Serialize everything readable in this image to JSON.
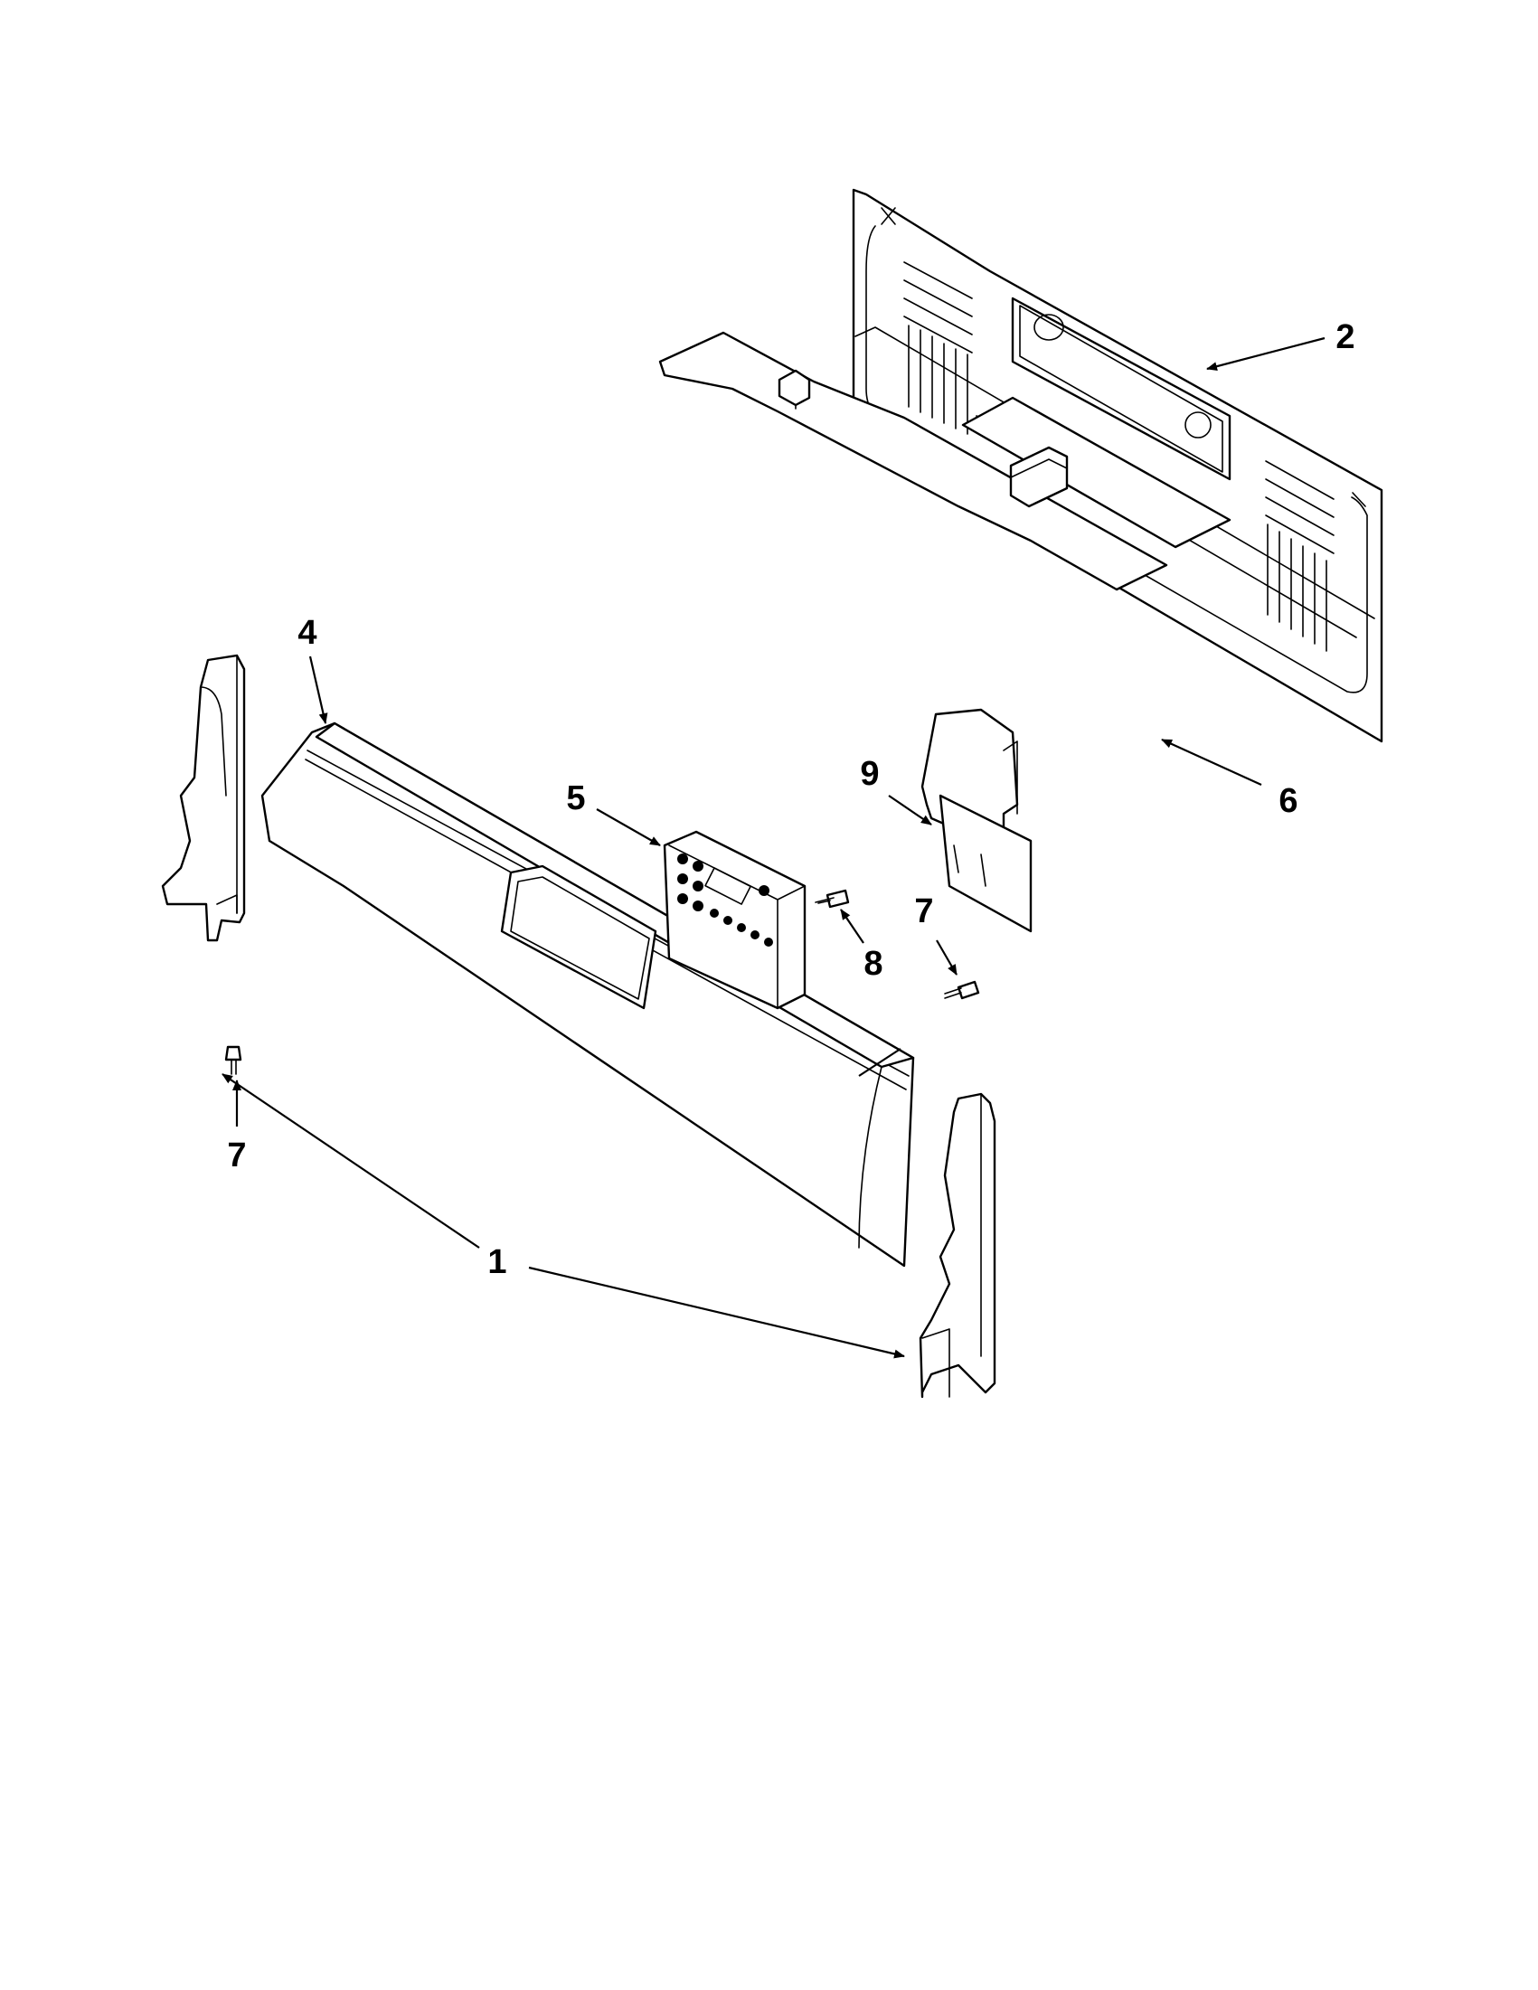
{
  "diagram": {
    "callouts": [
      {
        "id": "panel-rear",
        "text": "2"
      },
      {
        "id": "insulation-shield",
        "text": "6"
      },
      {
        "id": "console-backguard",
        "text": "4"
      },
      {
        "id": "control-board",
        "text": "5"
      },
      {
        "id": "mounting-bracket",
        "text": "9"
      },
      {
        "id": "screw-bracket",
        "text": "7"
      },
      {
        "id": "screw-control",
        "text": "8"
      },
      {
        "id": "screw-endcap",
        "text": "7"
      },
      {
        "id": "endcaps",
        "text": "1"
      }
    ]
  }
}
